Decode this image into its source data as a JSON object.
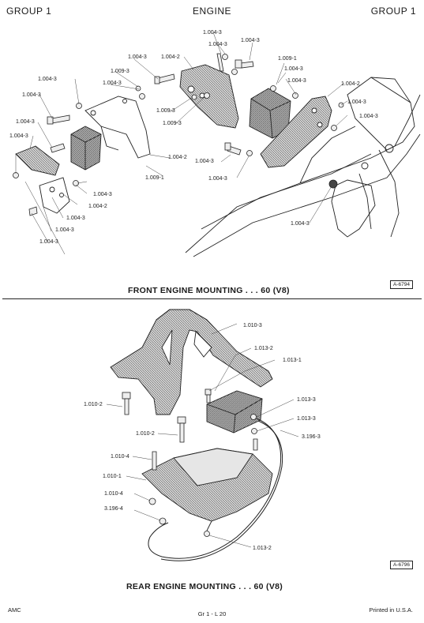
{
  "header": {
    "left": "GROUP 1",
    "center": "ENGINE",
    "right": "GROUP 1"
  },
  "front": {
    "caption": "FRONT ENGINE MOUNTING . . . 60 (V8)",
    "tag": "A-6794",
    "labels": [
      "1.004-3",
      "1.004-3",
      "1.004-3",
      "1.009-1",
      "1.004-3",
      "1.004-3",
      "1.004-2",
      "1.009-3",
      "1.004-3",
      "1.004-3",
      "1.004-3",
      "1.004-3",
      "1.004-3",
      "1.004-3",
      "1.004-2",
      "1.004-3",
      "1.009-3",
      "1.009-3",
      "1.004-2",
      "1.004-3",
      "1.004-3",
      "1.009-1",
      "1.004-3",
      "1.004-2",
      "1.004-3",
      "1.004-3",
      "1.004-3",
      "1.004-3",
      "1.004-3"
    ]
  },
  "rear": {
    "caption": "REAR ENGINE MOUNTING . . . 60 (V8)",
    "tag": "A-6796",
    "labels": [
      "1.010-3",
      "1.013-2",
      "1.013-1",
      "1.010-2",
      "1.013-3",
      "1.013-3",
      "1.010-2",
      "3.196-3",
      "1.010-4",
      "1.010-1",
      "1.010-4",
      "3.196-4",
      "1.013-2"
    ]
  },
  "footer": {
    "left": "AMC",
    "center": "Gr 1 - L 20",
    "right": "Printed in U.S.A."
  }
}
